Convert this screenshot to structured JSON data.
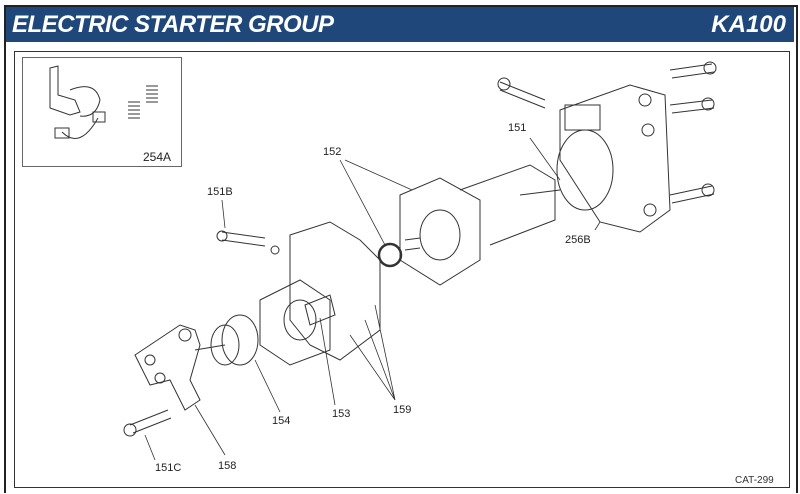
{
  "header": {
    "title": "ELECTRIC STARTER GROUP",
    "model": "KA100",
    "color": "#1f4779"
  },
  "callouts": [
    {
      "id": "254A",
      "label": "254A"
    },
    {
      "id": "151",
      "label": "151"
    },
    {
      "id": "152",
      "label": "152"
    },
    {
      "id": "151B",
      "label": "151B"
    },
    {
      "id": "256B",
      "label": "256B"
    },
    {
      "id": "154",
      "label": "154"
    },
    {
      "id": "153",
      "label": "153"
    },
    {
      "id": "159",
      "label": "159"
    },
    {
      "id": "151C",
      "label": "151C"
    },
    {
      "id": "158",
      "label": "158"
    }
  ],
  "footer": {
    "catalog": "CAT-299"
  }
}
